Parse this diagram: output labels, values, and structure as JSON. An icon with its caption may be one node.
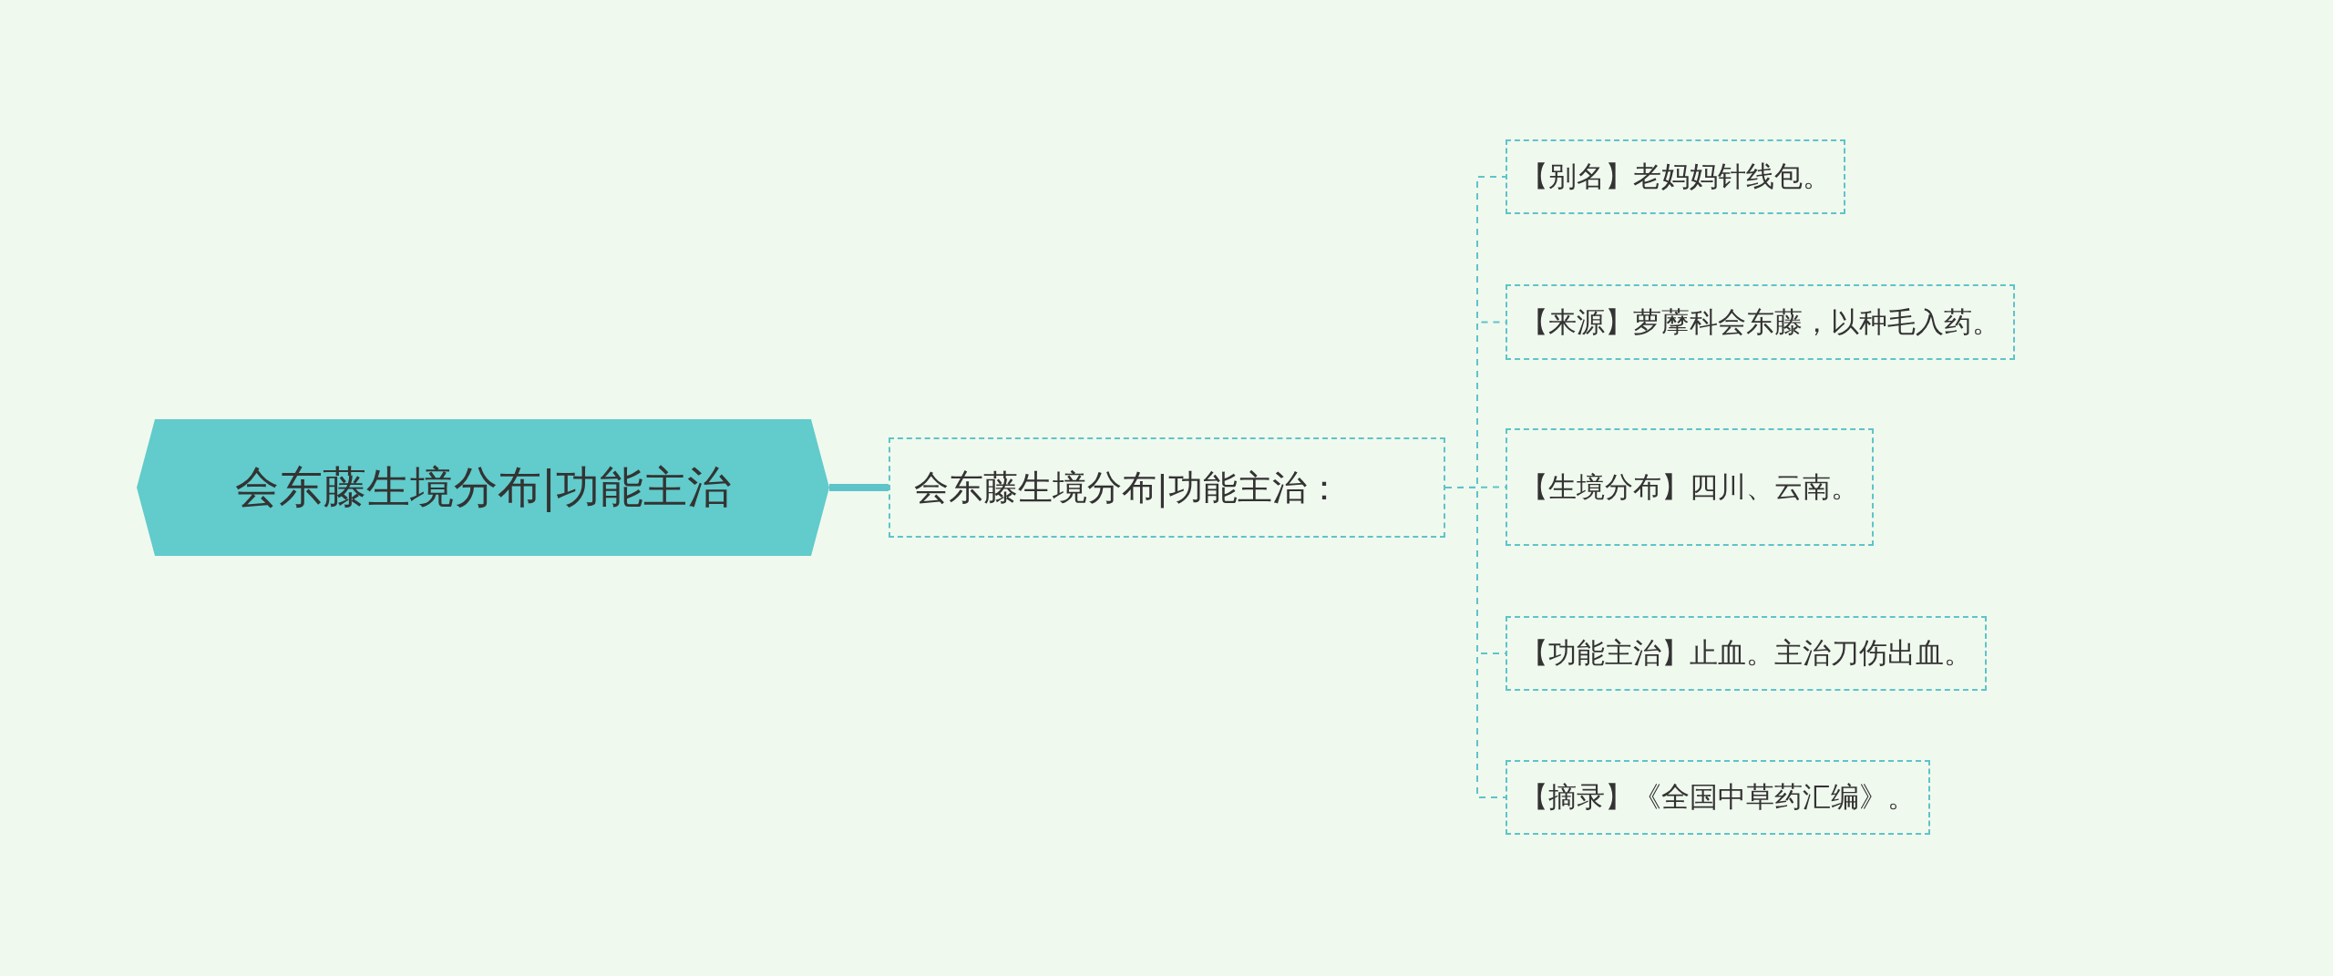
{
  "diagram": {
    "nodes": [
      {
        "text": [
          "会东藤生境分布|功能主治"
        ]
      },
      {
        "text": [
          "会东藤生境分布|功能主治："
        ]
      },
      {
        "text": [
          "【别名】老妈妈针线包。"
        ]
      },
      {
        "text": [
          "【来源】萝藦科会东藤，以种毛入药。"
        ]
      },
      {
        "text": [
          "【生境分布】四川、云南。"
        ]
      },
      {
        "text": [
          "【功能主治】止血。主治刀伤出血。"
        ]
      },
      {
        "text": [
          "【摘录】《全国中草药汇编》。"
        ]
      }
    ],
    "edges": [
      {
        "from": 0,
        "to": 1,
        "arrow": "none",
        "style": "thick"
      },
      {
        "from": 1,
        "to": 2,
        "arrow": "none",
        "style": "dashed"
      },
      {
        "from": 1,
        "to": 3,
        "arrow": "none",
        "style": "dashed"
      },
      {
        "from": 1,
        "to": 4,
        "arrow": "none",
        "style": "dashed"
      },
      {
        "from": 1,
        "to": 5,
        "arrow": "none",
        "style": "dashed"
      },
      {
        "from": 1,
        "to": 6,
        "arrow": "none",
        "style": "dashed"
      }
    ]
  }
}
